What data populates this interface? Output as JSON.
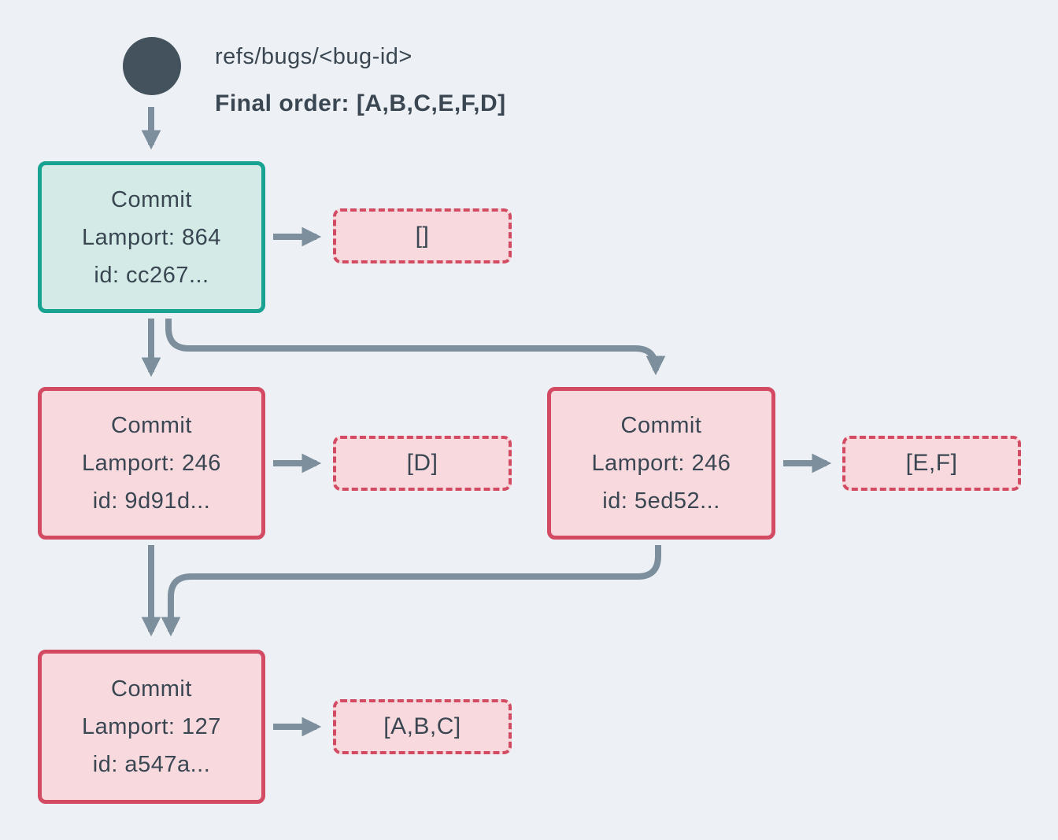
{
  "header": {
    "ref_label": "refs/bugs/<bug-id>",
    "final_order_label": "Final order: [A,B,C,E,F,D]"
  },
  "colors": {
    "bg": "#edf1f5",
    "ink": "#3a4752",
    "node": "#44525e",
    "arrow": "#7d8e9c",
    "teal-border": "#17a292",
    "teal-fill": "#d3eae6",
    "red-border": "#d24b62",
    "pink-fill": "#f8d9de"
  },
  "commits": [
    {
      "title": "Commit",
      "lamport": "Lamport: 864",
      "id": "id: cc267...",
      "ops": "[]"
    },
    {
      "title": "Commit",
      "lamport": "Lamport: 246",
      "id": "id: 9d91d...",
      "ops": "[D]"
    },
    {
      "title": "Commit",
      "lamport": "Lamport: 246",
      "id": "id: 5ed52...",
      "ops": "[E,F]"
    },
    {
      "title": "Commit",
      "lamport": "Lamport: 127",
      "id": "id: a547a...",
      "ops": "[A,B,C]"
    }
  ]
}
